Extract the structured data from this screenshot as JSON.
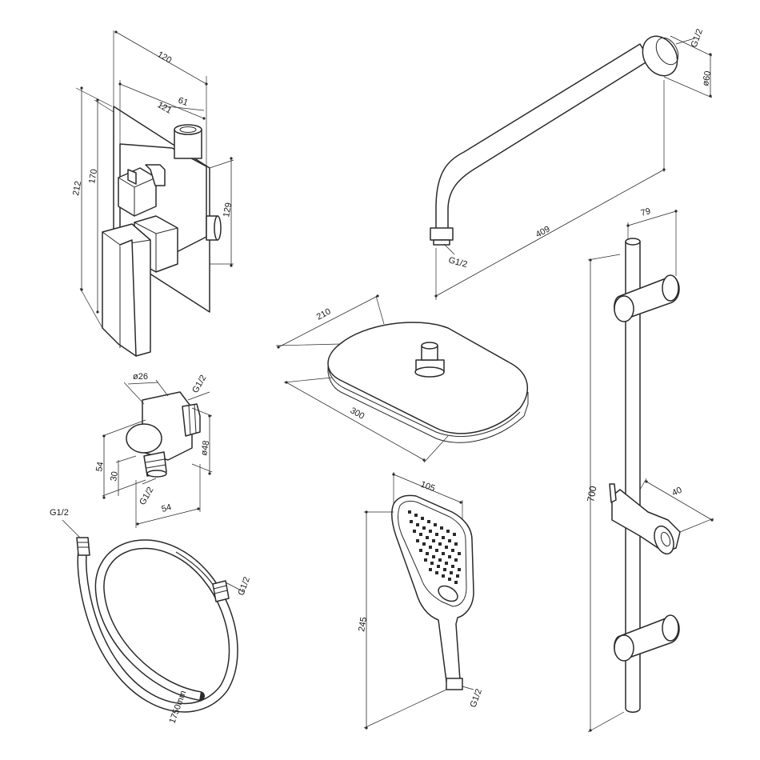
{
  "labels": {
    "mixer_width_outer": "120",
    "mixer_width_inner": "121",
    "mixer_depth_inlet": "61",
    "mixer_height_total": "212",
    "mixer_height_plate": "170",
    "mixer_height_side": "129",
    "elbow_diameter_top": "ø26",
    "elbow_thread": "G1/2",
    "elbow_height": "54",
    "elbow_offset": "30",
    "elbow_diameter": "ø48",
    "elbow_bottom_thread": "G1/2",
    "elbow_depth": "54",
    "hose_thread_left": "G1/2",
    "hose_thread_right": "G1/2",
    "hose_length": "1750mm",
    "arm_thread_wall": "G1/2",
    "arm_flange_diameter": "ø60",
    "arm_length": "409",
    "arm_thread_end": "G1/2",
    "head_width": "210",
    "head_length": "300",
    "hand_width": "105",
    "hand_length": "245",
    "hand_thread": "G1/2",
    "rail_spacing": "79",
    "rail_height": "700",
    "rail_offset": "40"
  },
  "colors": {
    "line": "#2a2a2a",
    "background": "#ffffff"
  }
}
